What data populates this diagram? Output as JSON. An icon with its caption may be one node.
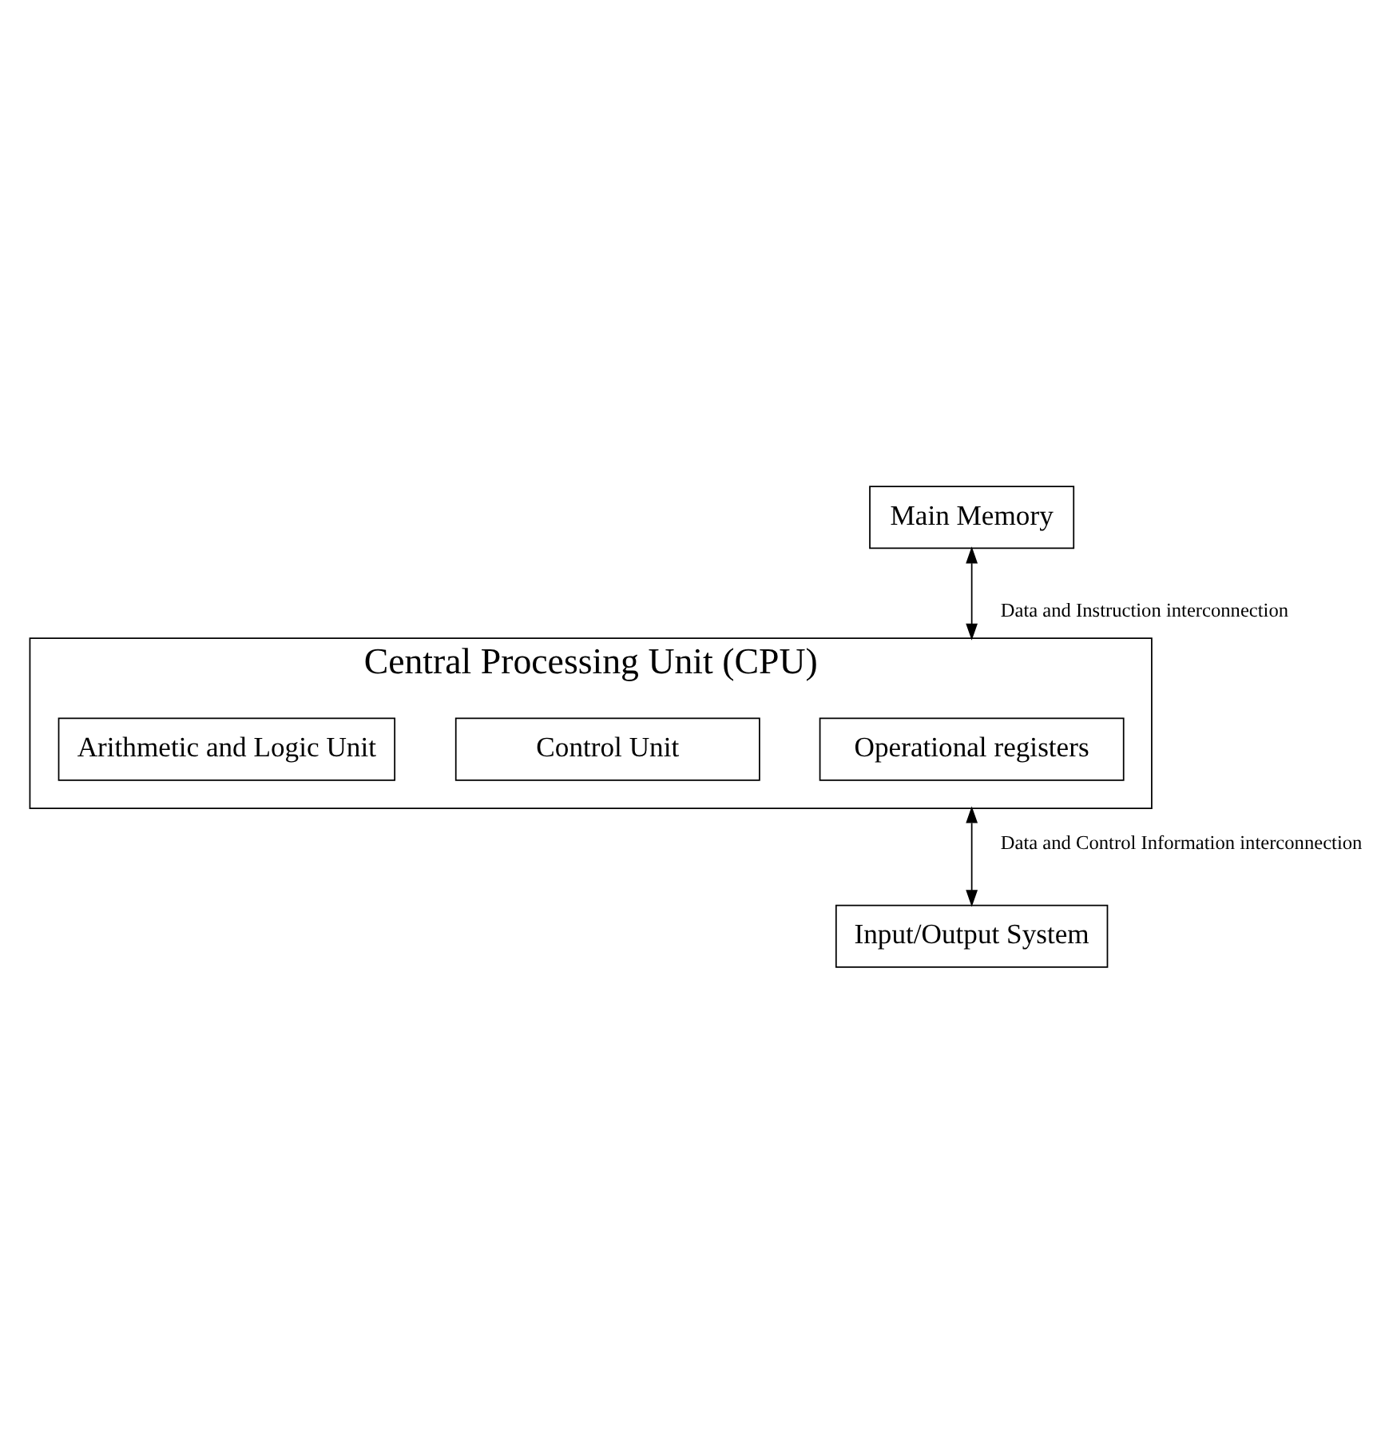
{
  "diagram": {
    "nodes": [
      {
        "text": [
          "Main Memory"
        ]
      },
      {
        "text": [
          "Central Processing Unit (CPU)"
        ]
      },
      {
        "text": [
          "Operational registers"
        ],
        "in": 1
      },
      {
        "text": [
          "Control Unit"
        ],
        "in": 1
      },
      {
        "text": [
          "Arithmetic and Logic Unit"
        ],
        "in": 1
      },
      {
        "text": [
          "Input/Output System"
        ]
      }
    ],
    "edges": [
      {
        "from": 0,
        "to": 1,
        "arrow": "both",
        "label": "Data and Instruction interconnection"
      },
      {
        "from": 1,
        "to": 5,
        "arrow": "both",
        "label": "Data and Control Information interconnection"
      }
    ]
  }
}
